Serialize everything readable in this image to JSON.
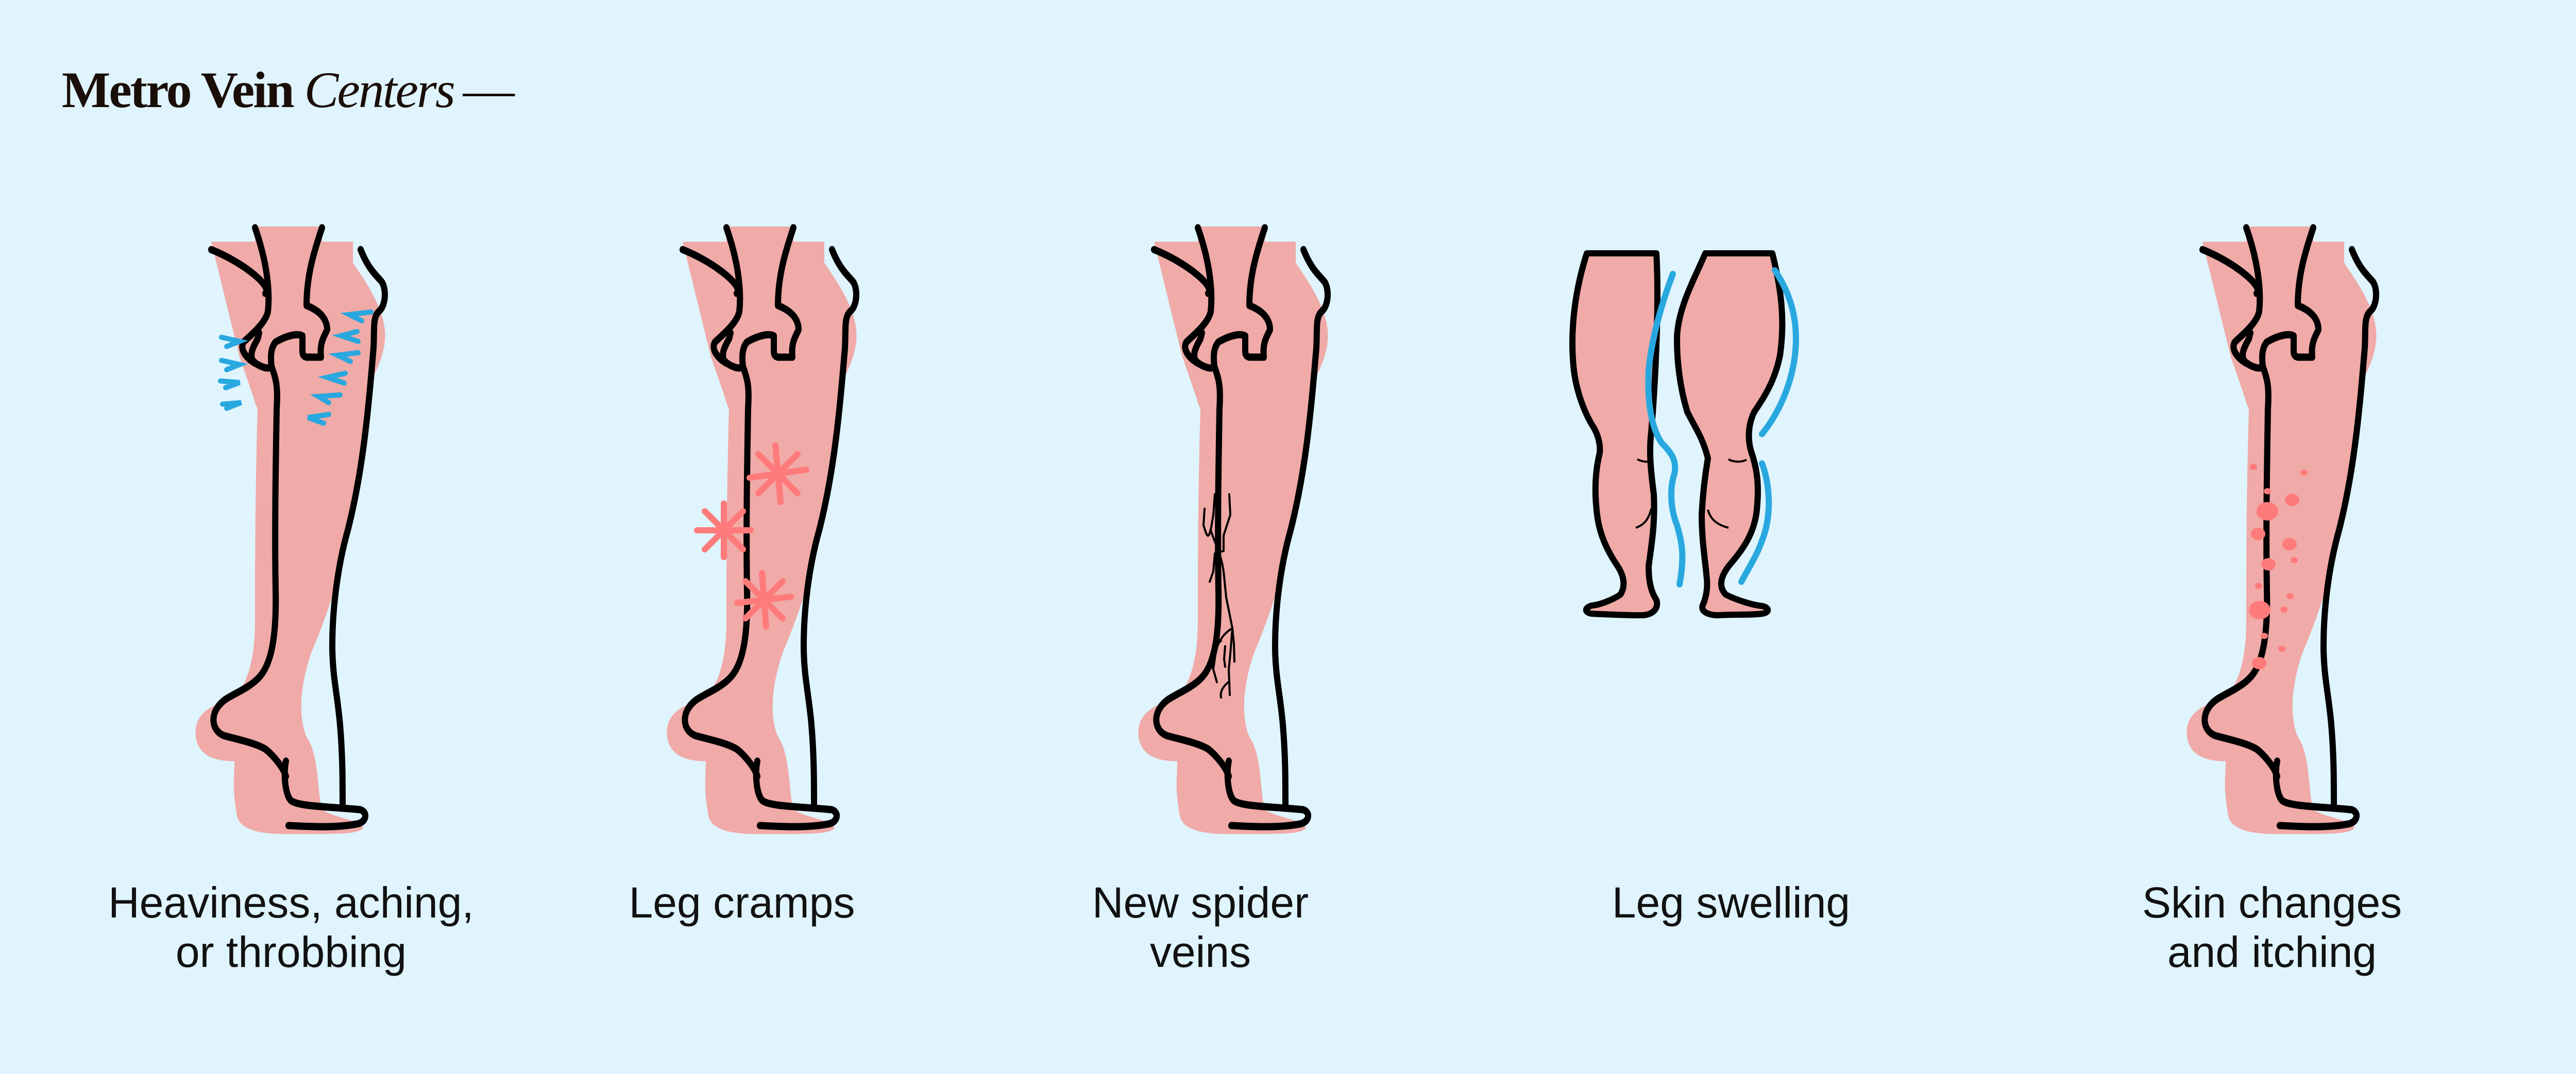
{
  "brand": {
    "name_bold": "Metro Vein",
    "name_italic": "Centers",
    "dash": "—"
  },
  "colors": {
    "background": "#dff4fd",
    "skin": "#f0aaa7",
    "outline": "#000000",
    "accent_blue": "#29a8e0",
    "accent_red": "#ff7b7b",
    "text": "#111111"
  },
  "symptoms": [
    {
      "id": "heaviness",
      "line1": "Heaviness, aching,",
      "line2": "or throbbing",
      "icon": "leg-with-pressure-arrows"
    },
    {
      "id": "cramps",
      "line1": "Leg cramps",
      "line2": "",
      "icon": "leg-with-pain-stars"
    },
    {
      "id": "spider-veins",
      "line1": "New spider",
      "line2": "veins",
      "icon": "leg-with-spider-veins"
    },
    {
      "id": "swelling",
      "line1": "Leg swelling",
      "line2": "",
      "icon": "legs-with-swelling-outline"
    },
    {
      "id": "skin-changes",
      "line1": "Skin changes",
      "line2": "and itching",
      "icon": "leg-with-rash-dots"
    }
  ]
}
